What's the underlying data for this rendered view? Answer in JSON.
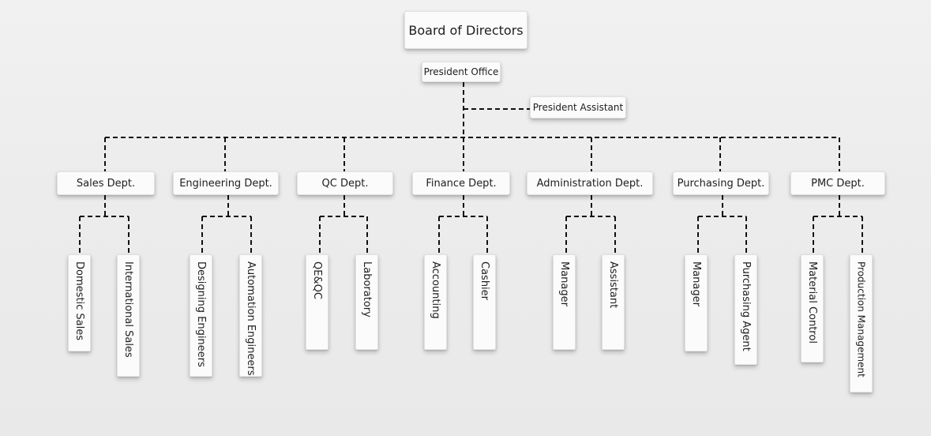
{
  "board": "Board of Directors",
  "president_office": "President Office",
  "president_assistant": "President Assistant",
  "departments": [
    {
      "name": "Sales Dept.",
      "subs": [
        "Domestic Sales",
        "International Sales"
      ]
    },
    {
      "name": "Engineering Dept.",
      "subs": [
        "Designing Engineers",
        "Automation Engineers"
      ]
    },
    {
      "name": "QC Dept.",
      "subs": [
        "QE&QC",
        "Laboratory"
      ]
    },
    {
      "name": "Finance Dept.",
      "subs": [
        "Accounting",
        "Cashier"
      ]
    },
    {
      "name": "Administration Dept.",
      "subs": [
        "Manager",
        "Assistant"
      ]
    },
    {
      "name": "Purchasing Dept.",
      "subs": [
        "Manager",
        "Purchasing Agent"
      ]
    },
    {
      "name": "PMC Dept.",
      "subs": [
        "Material Control",
        "Production Management"
      ]
    }
  ]
}
